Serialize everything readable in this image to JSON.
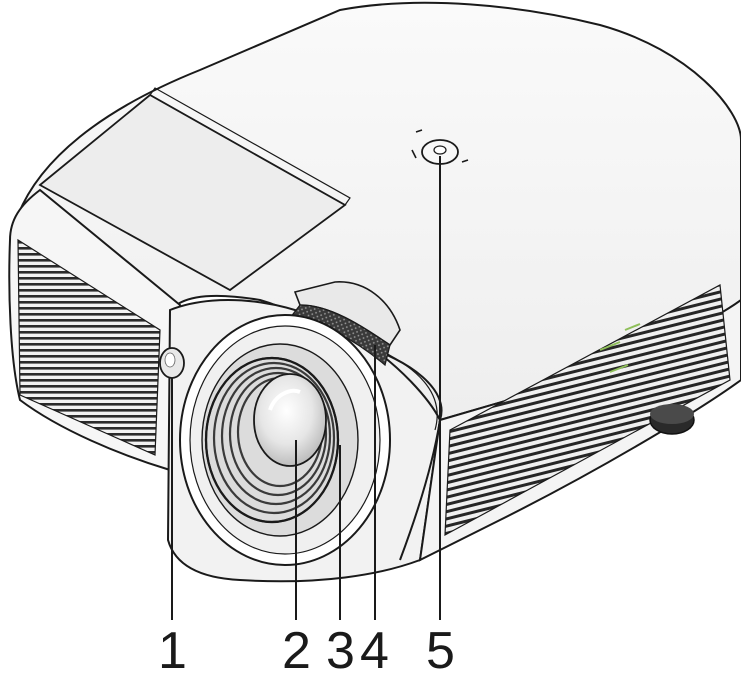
{
  "callouts": [
    {
      "id": "1",
      "label": "1"
    },
    {
      "id": "2",
      "label": "2"
    },
    {
      "id": "3",
      "label": "3"
    },
    {
      "id": "4",
      "label": "4"
    },
    {
      "id": "5",
      "label": "5"
    }
  ],
  "colors": {
    "body": "#f4f4f4",
    "outline": "#1a1a1a",
    "vent_dark": "#2b2b2b",
    "lens_ring": "#3a3a3a",
    "accent_green": "#8fbf5a"
  }
}
